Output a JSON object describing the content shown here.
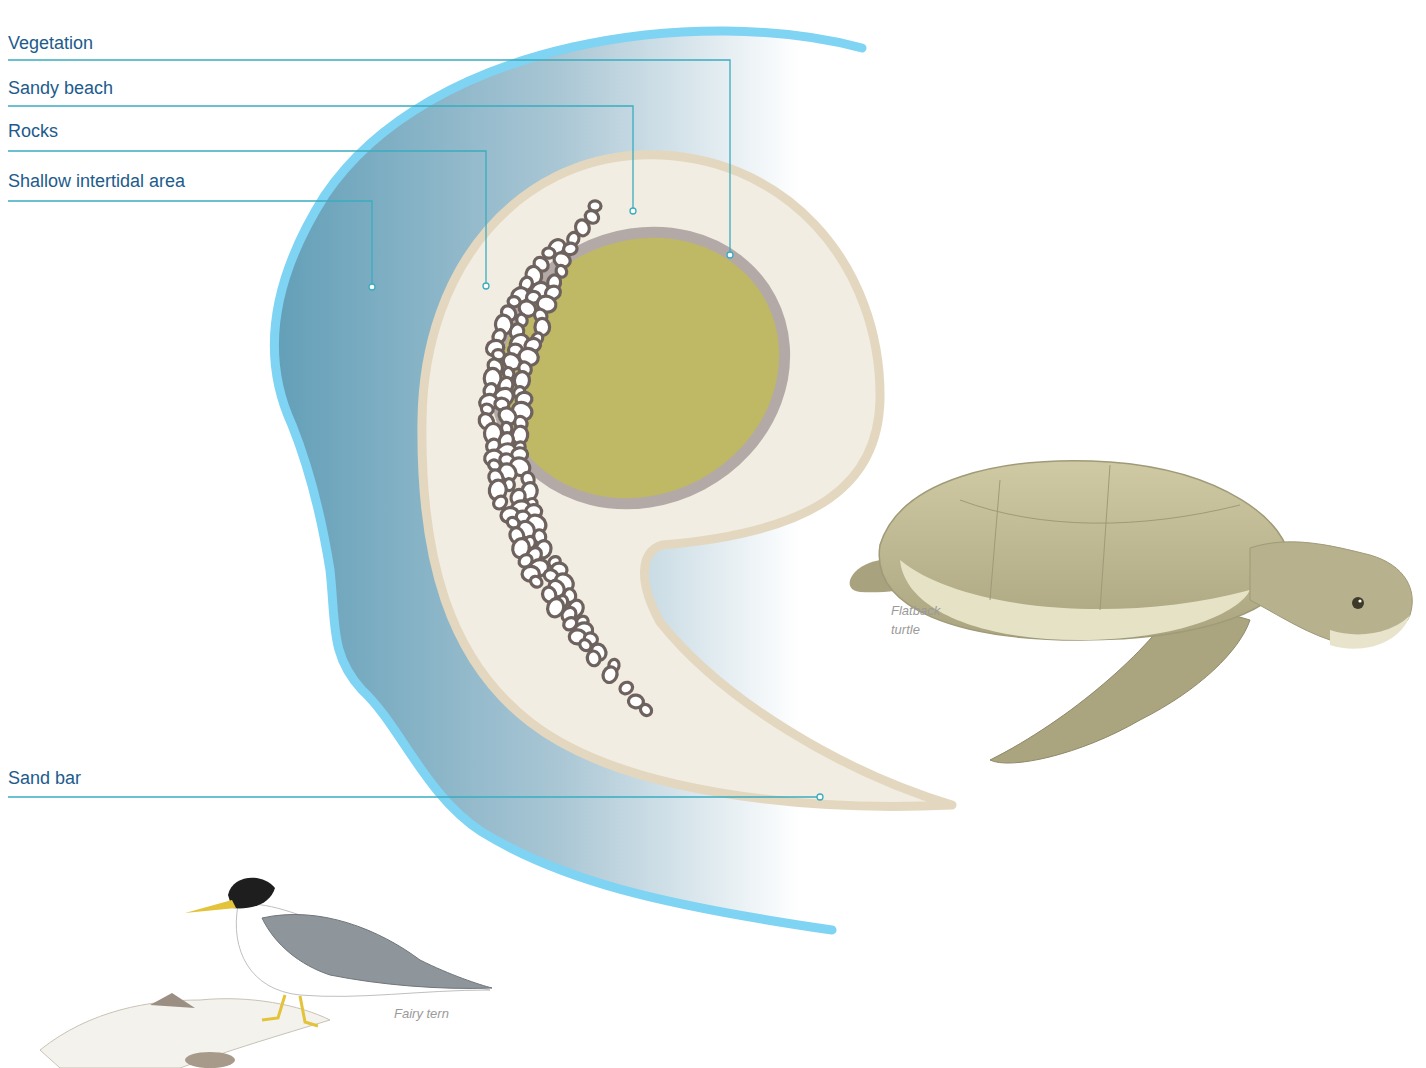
{
  "diagram": {
    "labels": [
      "Vegetation",
      "Sandy beach",
      "Rocks",
      "Shallow intertidal area",
      "Sand bar",
      "Flatback turtle",
      "Fairy tern"
    ]
  }
}
